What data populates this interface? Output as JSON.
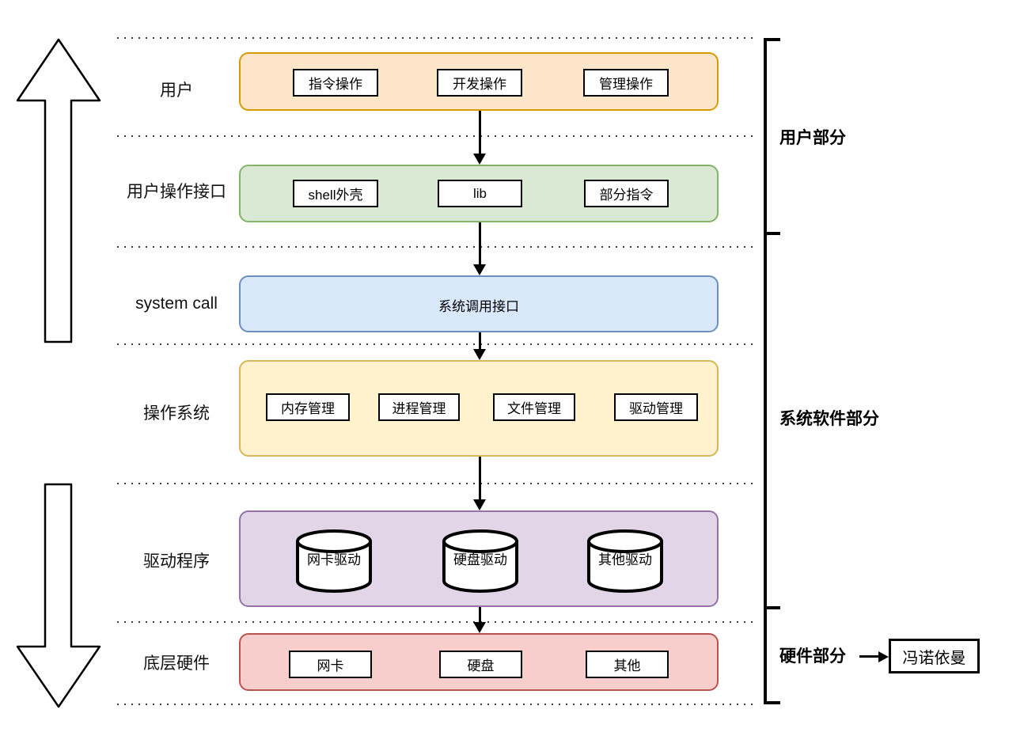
{
  "rows": {
    "user": {
      "label": "用户",
      "items": [
        "指令操作",
        "开发操作",
        "管理操作"
      ]
    },
    "user_interface": {
      "label": "用户操作接口",
      "items": [
        "shell外壳",
        "lib",
        "部分指令"
      ]
    },
    "system_call": {
      "label": "system call",
      "content": "系统调用接口"
    },
    "os": {
      "label": "操作系统",
      "items": [
        "内存管理",
        "进程管理",
        "文件管理",
        "驱动管理"
      ]
    },
    "drivers": {
      "label": "驱动程序",
      "items": [
        "网卡驱动",
        "硬盘驱动",
        "其他驱动"
      ]
    },
    "hardware": {
      "label": "底层硬件",
      "items": [
        "网卡",
        "硬盘",
        "其他"
      ]
    }
  },
  "sections": {
    "user_part": "用户部分",
    "system_software_part": "系统软件部分",
    "hardware_part": "硬件部分",
    "von_neumann": "冯诺依曼"
  },
  "colors": {
    "user_fill": "#FCE5C8",
    "user_stroke": "#D79B00",
    "ui_fill": "#D9E9D4",
    "ui_stroke": "#82B366",
    "syscall_fill": "#DAE8FC",
    "syscall_stroke": "#6C8EBF",
    "os_fill": "#FFF2CC",
    "os_stroke": "#D6B656",
    "driver_fill": "#E1D5E7",
    "driver_stroke": "#9673A6",
    "hw_fill": "#F8CECC",
    "hw_stroke": "#B85450"
  }
}
